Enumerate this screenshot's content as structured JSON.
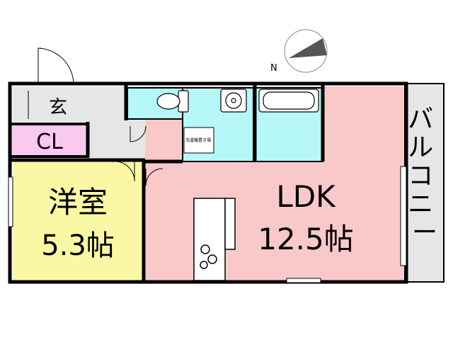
{
  "compass": {
    "north_label": "N",
    "needle_color": "#555555"
  },
  "rooms": {
    "entrance": {
      "label": "玄",
      "color": "#e6e6e6"
    },
    "closet": {
      "label": "CL",
      "color": "#f9c9ef"
    },
    "western_room": {
      "name": "洋室",
      "size": "5.3帖",
      "color": "#fbf8a5"
    },
    "ldk": {
      "name": "LDK",
      "size": "12.5帖",
      "color": "#f9c9c9"
    },
    "balcony": {
      "label": "バルコニー",
      "color": "#e6e6e6"
    },
    "washer_space": {
      "label": "洗濯機置き場"
    },
    "wet_area_color": "#b6f7f7",
    "hall_color": "#e6e6e6"
  },
  "balcony_chars": [
    "バ",
    "ル",
    "コ",
    "ニ",
    "ー"
  ]
}
